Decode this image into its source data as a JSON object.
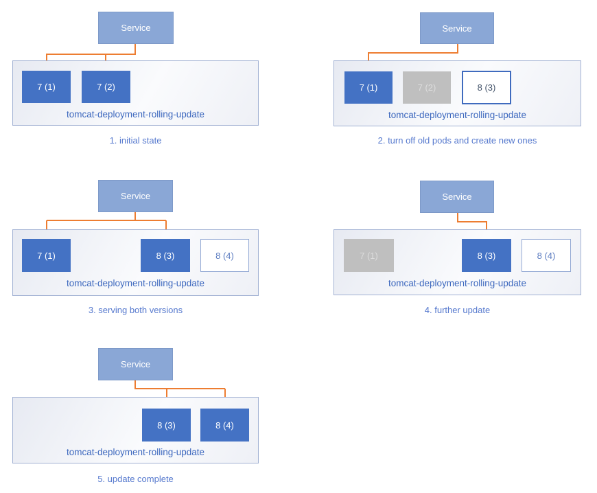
{
  "service_label": "Service",
  "deployment_label": "tomcat-deployment-rolling-update",
  "colors": {
    "service_fill": "#8AA7D6",
    "pod_active_fill": "#4472C4",
    "pod_off_fill": "#BFBFBF",
    "pod_new_border": "#93A9D4",
    "container_border": "#9FAFD2",
    "arrow": "#ED7D31",
    "label_text": "#3D68BE",
    "caption_text": "#5679CE"
  },
  "panels": [
    {
      "caption": "1. initial state",
      "pods": [
        {
          "label": "7 (1)",
          "state": "active"
        },
        {
          "label": "7 (2)",
          "state": "active"
        }
      ]
    },
    {
      "caption": "2. turn off old pods and create new ones",
      "pods": [
        {
          "label": "7 (1)",
          "state": "active"
        },
        {
          "label": "7 (2)",
          "state": "off"
        },
        {
          "label": "8 (3)",
          "state": "new"
        }
      ]
    },
    {
      "caption": "3. serving both versions",
      "pods": [
        {
          "label": "7 (1)",
          "state": "active"
        },
        {
          "label": "8 (3)",
          "state": "active"
        },
        {
          "label": "8 (4)",
          "state": "new"
        }
      ]
    },
    {
      "caption": "4. further update",
      "pods": [
        {
          "label": "7 (1)",
          "state": "off"
        },
        {
          "label": "8 (3)",
          "state": "active"
        },
        {
          "label": "8 (4)",
          "state": "new"
        }
      ]
    },
    {
      "caption": "5. update complete",
      "pods": [
        {
          "label": "8 (3)",
          "state": "active"
        },
        {
          "label": "8 (4)",
          "state": "active"
        }
      ]
    }
  ]
}
